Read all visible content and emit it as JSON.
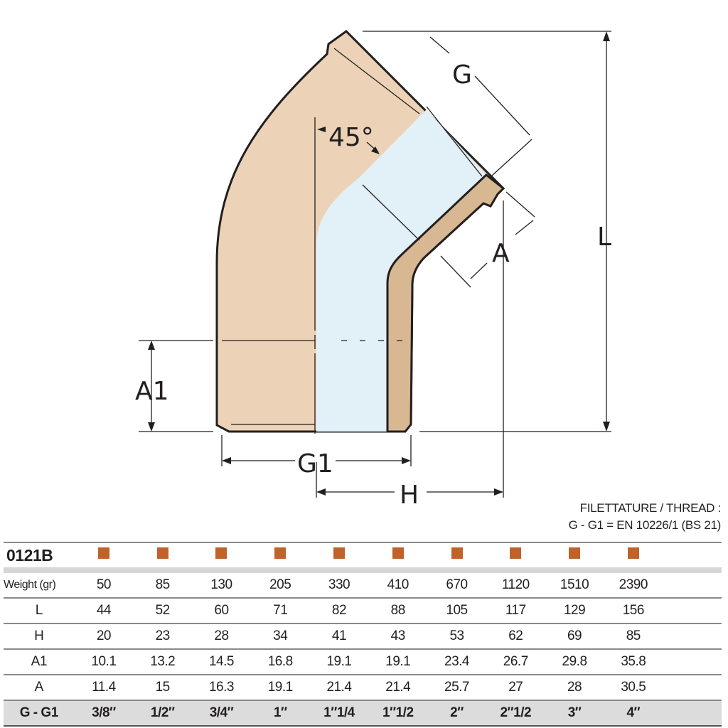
{
  "drawing": {
    "angle_label": "45°",
    "dimension_labels": {
      "G": "G",
      "A": "A",
      "L": "L",
      "A1": "A1",
      "G1": "G1",
      "H": "H"
    },
    "colors": {
      "body": "#ecd3b7",
      "wall": "#d8b793",
      "bore": "#e2f0f7",
      "outline": "#231f20"
    }
  },
  "thread_note": {
    "line1": "FILETTATURE / THREAD :",
    "line2": "G - G1 = EN 10226/1 (BS 21)"
  },
  "table": {
    "code": "0121B",
    "marker_color": "#c0622a",
    "rows": [
      {
        "label": "Weight (gr)",
        "values": [
          "50",
          "85",
          "130",
          "205",
          "330",
          "410",
          "670",
          "1120",
          "1510",
          "2390"
        ]
      },
      {
        "label": "L",
        "values": [
          "44",
          "52",
          "60",
          "71",
          "82",
          "88",
          "105",
          "117",
          "129",
          "156"
        ]
      },
      {
        "label": "H",
        "values": [
          "20",
          "23",
          "28",
          "34",
          "41",
          "43",
          "53",
          "62",
          "69",
          "85"
        ]
      },
      {
        "label": "A1",
        "values": [
          "10.1",
          "13.2",
          "14.5",
          "16.8",
          "19.1",
          "19.1",
          "23.4",
          "26.7",
          "29.8",
          "35.8"
        ]
      },
      {
        "label": "A",
        "values": [
          "11.4",
          "15",
          "16.3",
          "19.1",
          "21.4",
          "21.4",
          "25.7",
          "27",
          "28",
          "30.5"
        ]
      }
    ],
    "size_row": {
      "label": "G - G1",
      "values": [
        "3/8″",
        "1/2″",
        "3/4″",
        "1″",
        "1″1/4",
        "1″1/2",
        "2″",
        "2″1/2",
        "3″",
        "4″"
      ]
    }
  }
}
